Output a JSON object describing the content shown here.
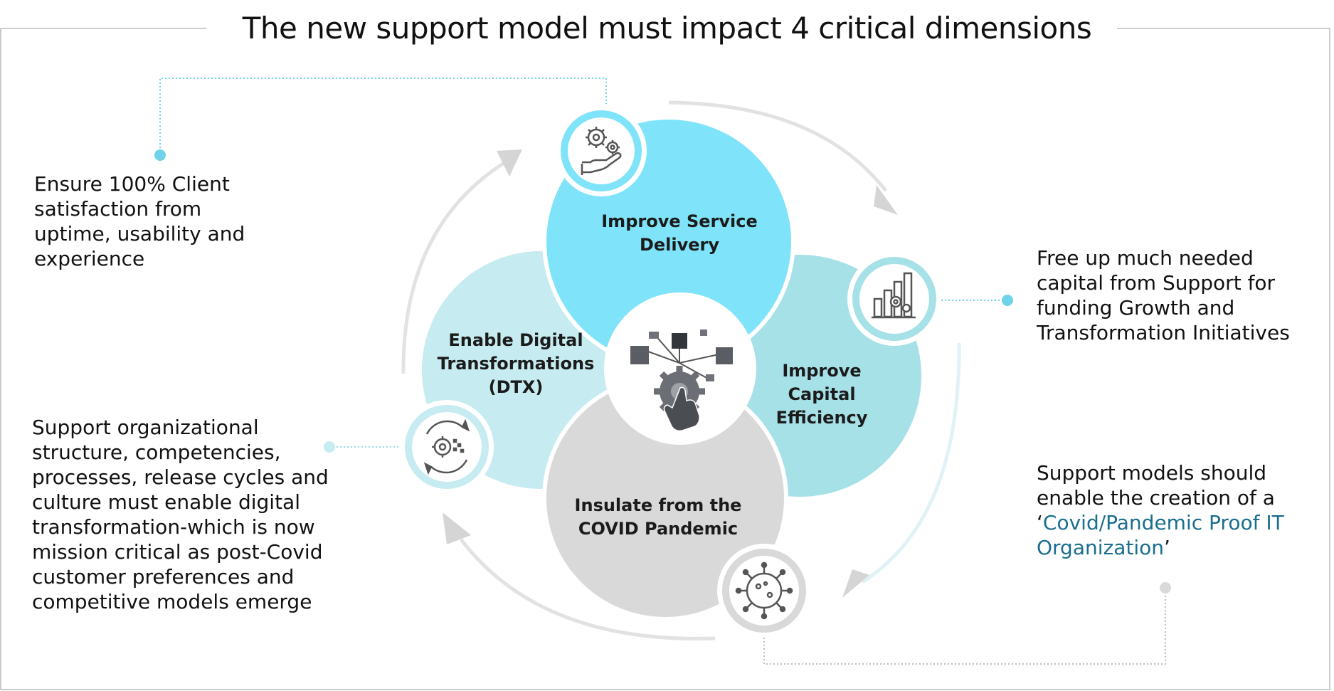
{
  "title": "The new support model must impact 4 critical dimensions",
  "dimensions": {
    "service": {
      "label_line1": "Improve Service",
      "label_line2": "Delivery",
      "icon": "gears-hand-icon",
      "color": "#7fe3f9"
    },
    "capital": {
      "label_line1": "Improve",
      "label_line2": "Capital",
      "label_line3": "Efficiency",
      "icon": "bar-chart-gear-icon",
      "color": "#a8e1e8"
    },
    "dtx": {
      "label_line1": "Enable Digital",
      "label_line2": "Transformations",
      "label_line3": "(DTX)",
      "icon": "transform-cycle-icon",
      "color": "#c6ebf0"
    },
    "covid": {
      "label_line1": "Insulate from the",
      "label_line2": "COVID Pandemic",
      "icon": "virus-icon",
      "color": "#d9d9d9"
    },
    "center": {
      "icon": "gear-touch-network-icon"
    }
  },
  "callouts": {
    "service": {
      "line1": "Ensure 100% Client",
      "line2": "satisfaction from",
      "line3": "uptime, usability and",
      "line4": "experience"
    },
    "capital": {
      "line1": "Free up much needed",
      "line2": "capital from Support for",
      "line3": "funding Growth and",
      "line4": "Transformation Initiatives"
    },
    "dtx": {
      "line1": "Support organizational",
      "line2": "structure, competencies,",
      "line3": "processes, release cycles and",
      "line4": "culture must enable digital",
      "line5": "transformation-which is now",
      "line6": "mission critical as post-Covid",
      "line7": "customer preferences and",
      "line8": "competitive models emerge"
    },
    "covid": {
      "line1": "Support models should",
      "line2": "enable the creation of a",
      "quote_open": "‘",
      "highlight_part1": "Covid/Pandemic Proof IT",
      "highlight_part2": "Organization",
      "quote_close": "’",
      "highlight_color": "#1a6e8e"
    }
  },
  "colors": {
    "connector": "#6fd3ea",
    "arrow": "#d9d9d9",
    "frame": "#cccccc",
    "icon_stroke": "#555555"
  }
}
